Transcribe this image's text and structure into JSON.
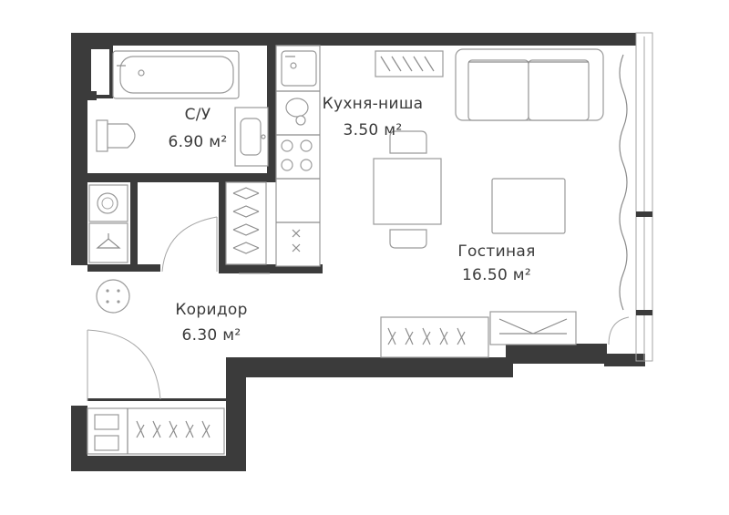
{
  "rooms": [
    {
      "id": "bathroom",
      "name": "С/У",
      "area": "6.90 м²"
    },
    {
      "id": "kitchen",
      "name": "Кухня-ниша",
      "area": "3.50 м²"
    },
    {
      "id": "living",
      "name": "Гостиная",
      "area": "16.50 м²"
    },
    {
      "id": "corridor",
      "name": "Коридор",
      "area": "6.30 м²"
    }
  ],
  "colors": {
    "walls": "#3b3b3b",
    "furniture_lines": "#9a9a9a",
    "background": "#ffffff"
  }
}
